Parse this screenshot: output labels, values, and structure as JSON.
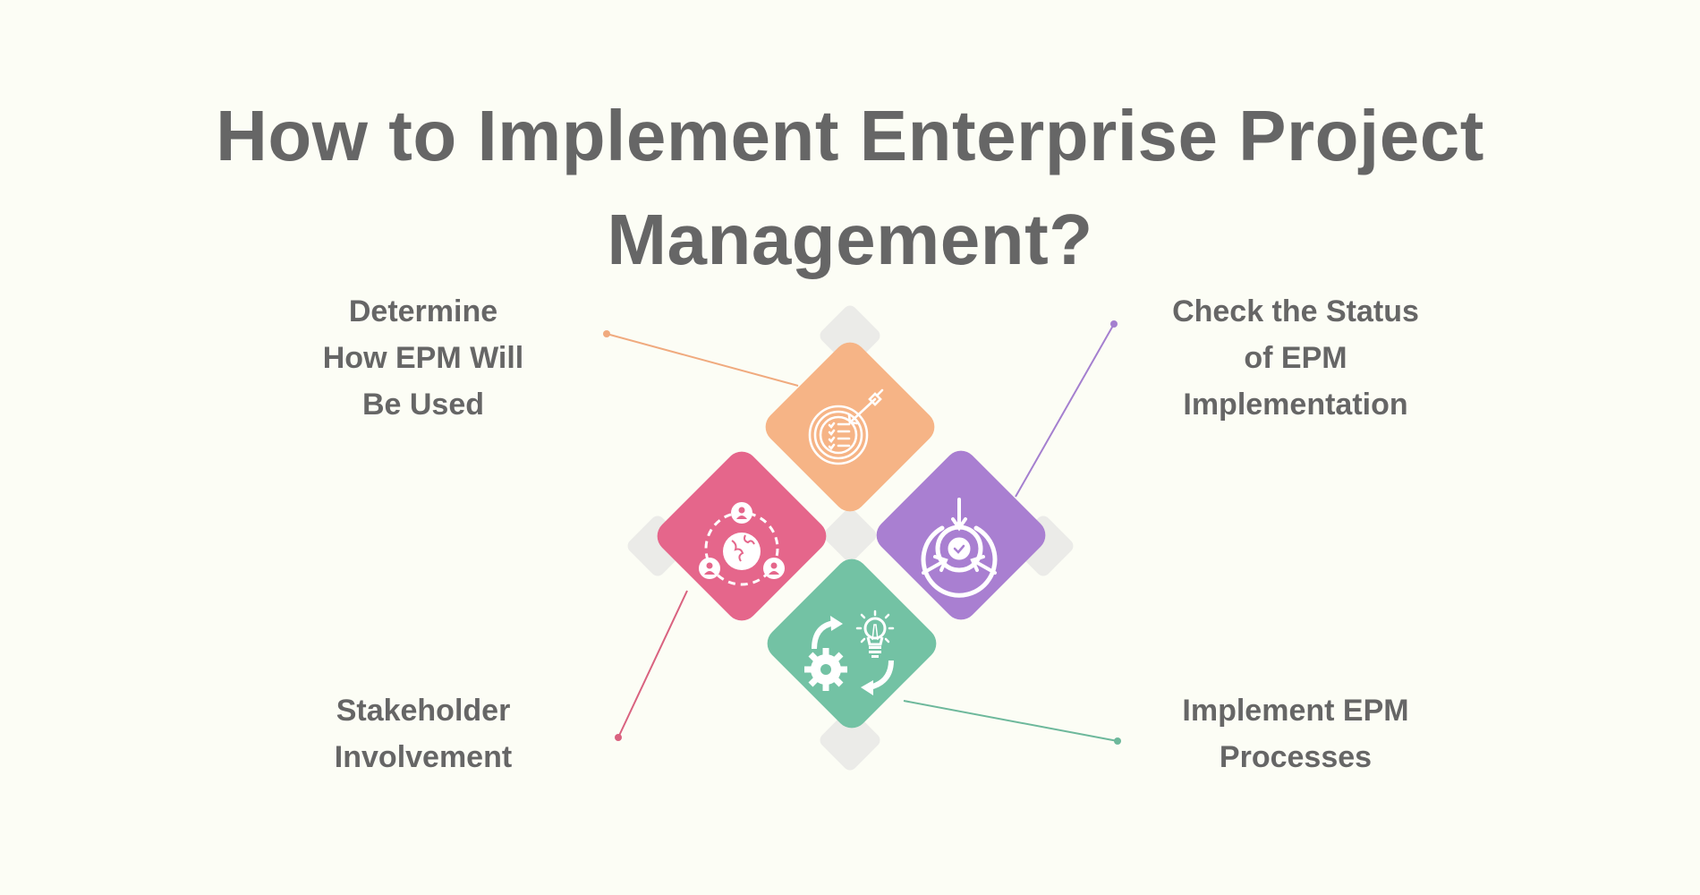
{
  "title": {
    "line1": "How to Implement Enterprise Project",
    "line2": "Management?"
  },
  "steps": [
    {
      "position": "top-left",
      "lines": [
        "Determine",
        "How EPM Will",
        "Be Used"
      ],
      "icon": "target-checklist-icon",
      "color": "#f6b486"
    },
    {
      "position": "top-right",
      "lines": [
        "Check the Status",
        "of EPM",
        "Implementation"
      ],
      "icon": "target-check-arrows-icon",
      "color": "#a97fd1"
    },
    {
      "position": "bottom-left",
      "lines": [
        "Stakeholder",
        "Involvement"
      ],
      "icon": "people-globe-network-icon",
      "color": "#e5668b"
    },
    {
      "position": "bottom-right",
      "lines": [
        "Implement EPM",
        "Processes"
      ],
      "icon": "gear-lightbulb-cycle-icon",
      "color": "#73c2a4"
    }
  ],
  "colors": {
    "background": "#fcfdf5",
    "text": "#666666",
    "gray_diamond": "#ebebe8",
    "orange": "#f6b486",
    "purple": "#a97fd1",
    "pink": "#e5668b",
    "green": "#73c2a4"
  }
}
